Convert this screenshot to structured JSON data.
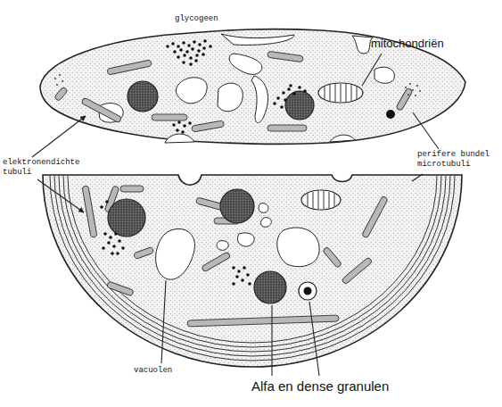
{
  "diagram": {
    "labels": [
      "glycogeen",
      "mitochondriën",
      "elektronendichte tubuli",
      "perifere bundel microtubuli",
      "vacuolen",
      "Alfa en dense granulen"
    ]
  }
}
